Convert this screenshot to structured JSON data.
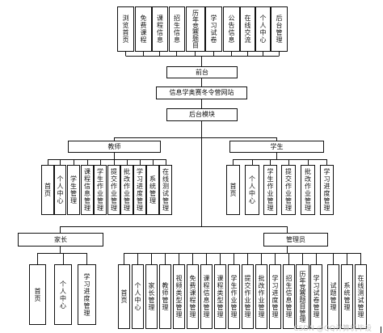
{
  "diagram": {
    "top_modules": [
      "浏览首页",
      "免费课程",
      "课程信息",
      "招生信息",
      "历年竞赛题目",
      "学习试卷",
      "公告信息",
      "在线交流",
      "个人中心",
      "后台管理"
    ],
    "frontend": "前台",
    "site": "信息学奥赛冬令营网站",
    "backend": "后台模块",
    "teacher": {
      "label": "教师",
      "items": [
        "首页",
        "个人中心",
        "学生管理",
        "课程信息管理",
        "学生作业管理",
        "提交作业管理",
        "批改作业管理",
        "学习进度管理",
        "系统管理",
        "在线测试管理"
      ]
    },
    "student": {
      "label": "学生",
      "items": [
        "首页",
        "个人中心",
        "学生作业管理",
        "提交作业管理",
        "批改作业管理",
        "学习进度管理"
      ]
    },
    "parent": {
      "label": "家长",
      "items": [
        "首页",
        "个人中心",
        "学习进度管理"
      ]
    },
    "admin": {
      "label": "管理员",
      "items": [
        "首页",
        "个人中心",
        "家长管理",
        "教师管理",
        "视频类型管理",
        "免费课程管理",
        "课程信息管理",
        "课程类型管理",
        "学生作业管理",
        "提交作业管理",
        "批改作业管理",
        "学习进度管理",
        "招生信息管理",
        "历年竞赛题目管理",
        "学习试卷管理",
        "试题管理",
        "系统管理",
        "在线测试管理"
      ]
    }
  },
  "watermark": "CSDN @QQ计算机毕设"
}
